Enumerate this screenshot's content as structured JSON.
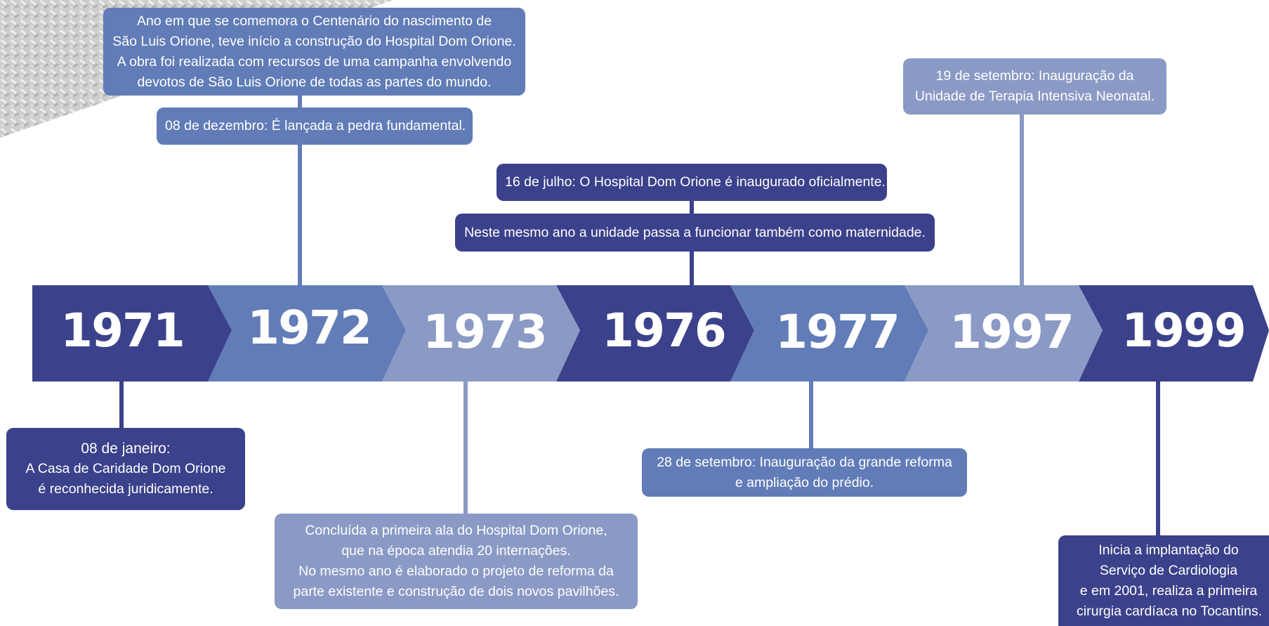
{
  "colors": {
    "dark": "#3b418a",
    "mid": "#617cb7",
    "light": "#8a9ac5",
    "text": "#ffffff"
  },
  "timeline": {
    "years": [
      "1971",
      "1972",
      "1973",
      "1976",
      "1977",
      "1997",
      "1999"
    ],
    "events": {
      "e1971": {
        "lead": "08 de janeiro:",
        "lines": [
          "A Casa de Caridade Dom Orione",
          "é reconhecida juridicamente."
        ]
      },
      "e1972a": {
        "lines": [
          "Ano em que se comemora o Centenário do nascimento de",
          "São Luis Orione, teve início a construção do Hospital Dom Orione.",
          "A obra foi realizada com recursos de uma campanha envolvendo",
          "devotos de São Luis Orione de todas as partes do mundo."
        ]
      },
      "e1972b": {
        "lines": [
          "08 de dezembro: É lançada a pedra fundamental."
        ]
      },
      "e1973": {
        "lines": [
          "Concluída a primeira ala do Hospital Dom Orione,",
          "que na época atendia 20 internações.",
          "No mesmo ano é elaborado o projeto de reforma da",
          "parte existente e construção de dois novos pavilhões."
        ]
      },
      "e1976a": {
        "lines": [
          "16 de julho: O Hospital Dom Orione é inaugurado oficialmente."
        ]
      },
      "e1976b": {
        "lines": [
          "Neste mesmo ano a unidade passa a funcionar também como maternidade."
        ]
      },
      "e1977": {
        "lines": [
          "28 de setembro: Inauguração da grande reforma",
          "e ampliação do prédio."
        ]
      },
      "e1997": {
        "lines": [
          "19 de setembro: Inauguração da",
          "Unidade de Terapia Intensiva Neonatal."
        ]
      },
      "e1999": {
        "lines": [
          "Inicia a implantação do",
          "Serviço de Cardiologia",
          "e em 2001, realiza a primeira",
          "cirurgia cardíaca no Tocantins."
        ]
      }
    }
  }
}
